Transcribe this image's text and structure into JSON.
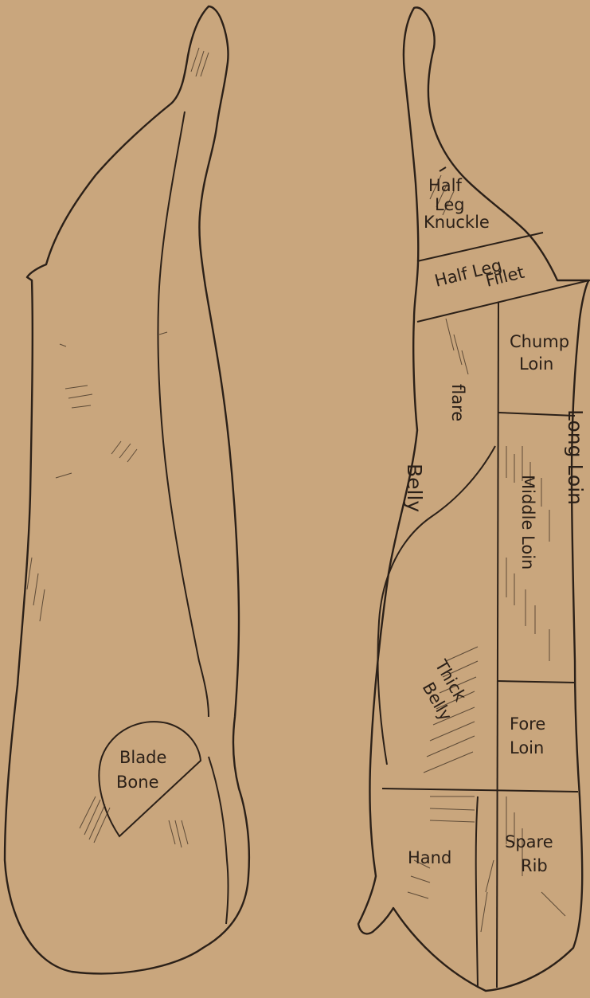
{
  "left_side": {
    "labels": {
      "blade": "Blade",
      "bone": "Bone"
    }
  },
  "right_side": {
    "labels": {
      "half_leg_knuckle": [
        "Half",
        "Leg",
        "Knuckle"
      ],
      "half_leg_fillet": [
        "Half Leg",
        "Fillet"
      ],
      "chump_loin": [
        "Chump",
        "Loin"
      ],
      "flare": "flare",
      "belly": "Belly",
      "long_loin": "Long Loin",
      "middle_loin": "Middle Loin",
      "thick_belly": [
        "Thick",
        "Belly"
      ],
      "fore_loin": [
        "Fore",
        "Loin"
      ],
      "hand": "Hand",
      "spare_rib": [
        "Spare",
        "Rib"
      ]
    }
  },
  "colors": {
    "paper": "#c9a67d",
    "ink": "#2b2018"
  }
}
